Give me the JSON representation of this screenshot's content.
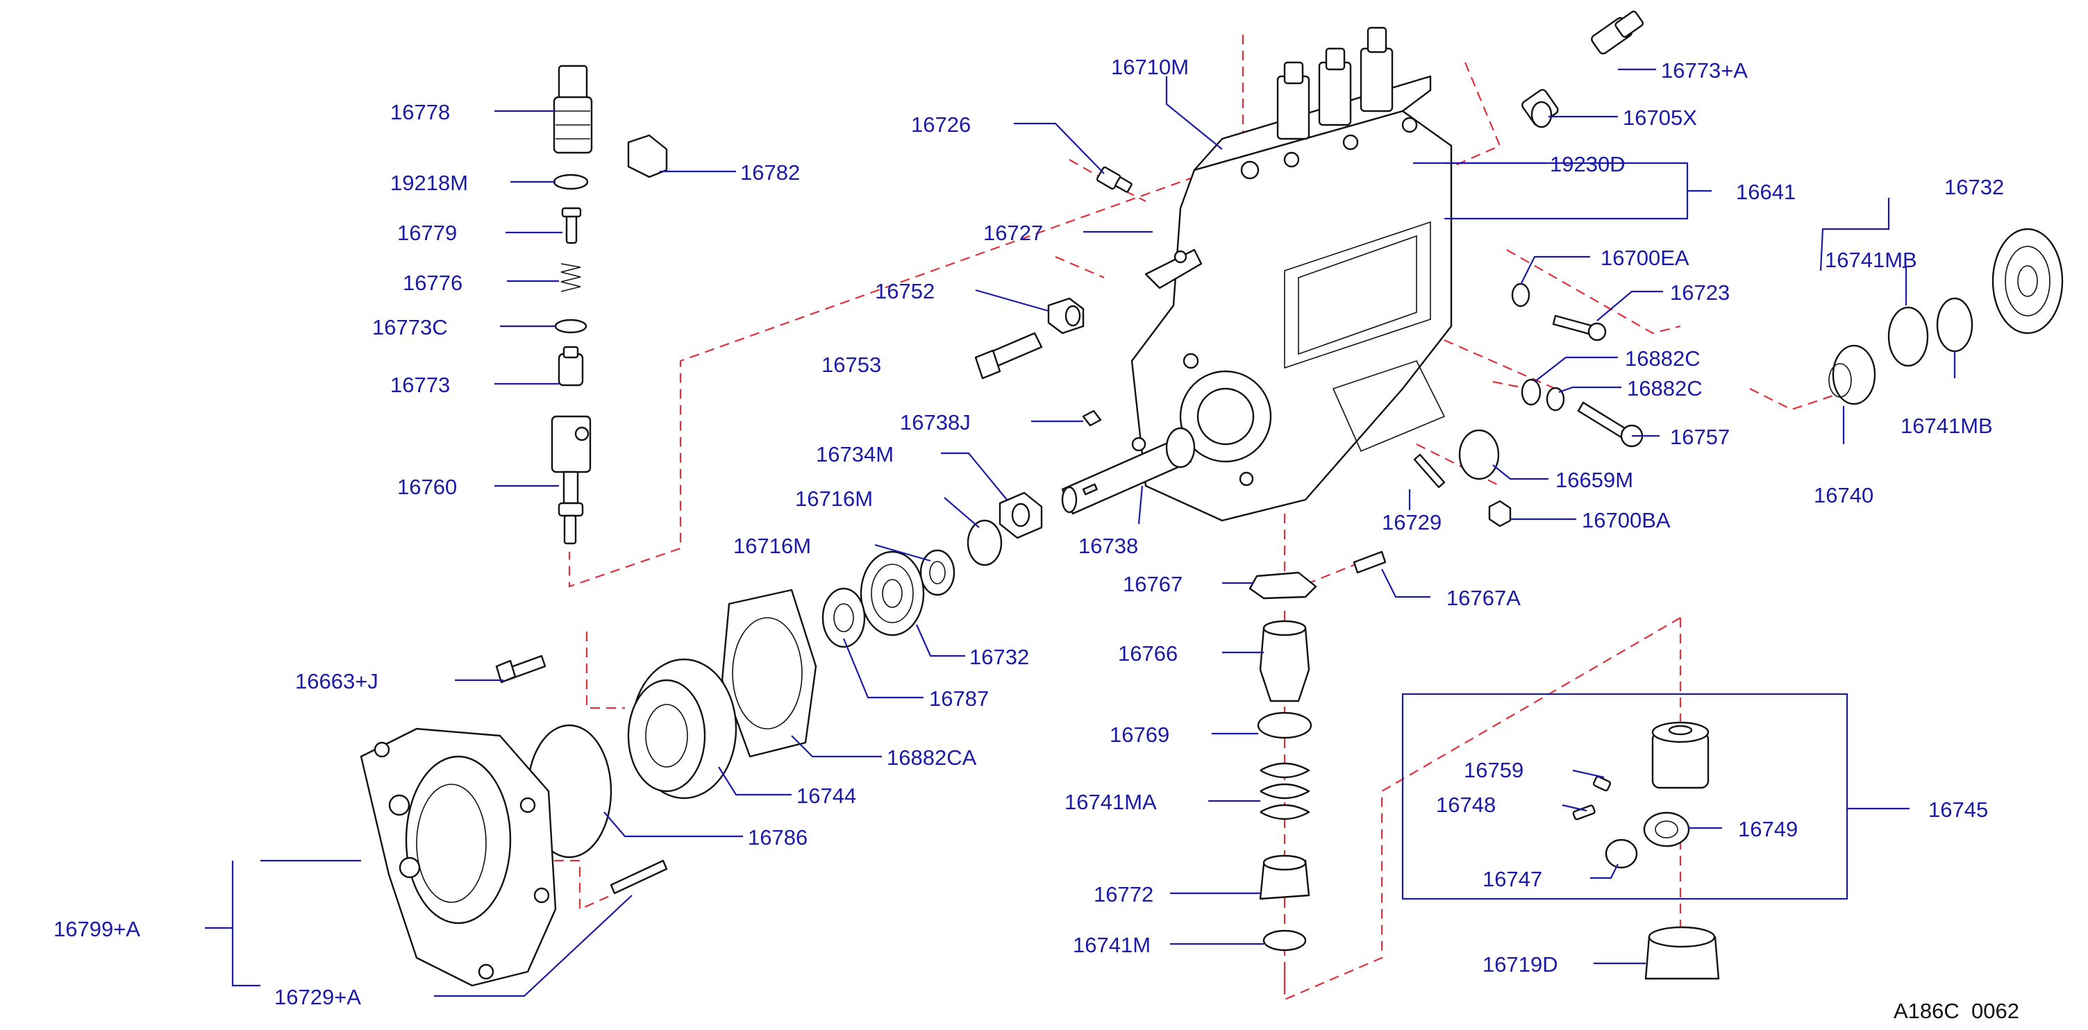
{
  "diagram_code": "A186C  0062",
  "colors": {
    "label": "#1a1aa8",
    "leader": "#1a1aa8",
    "dashed_guide": "#e0303a",
    "drawing": "#111111"
  },
  "labels": {
    "p16778": "16778",
    "p19218M": "19218M",
    "p16779": "16779",
    "p16776": "16776",
    "p16773C": "16773C",
    "p16773": "16773",
    "p16760": "16760",
    "p16782": "16782",
    "p16710M": "16710M",
    "p16726": "16726",
    "p16727": "16727",
    "p16752": "16752",
    "p16753": "16753",
    "p16738J": "16738J",
    "p16734M": "16734M",
    "p16716M_a": "16716M",
    "p16716M_b": "16716M",
    "p16738": "16738",
    "p16732_a": "16732",
    "p16787": "16787",
    "p16882CA": "16882CA",
    "p16744": "16744",
    "p16786": "16786",
    "p16663J": "16663+J",
    "p16799A": "16799+A",
    "p16729A": "16729+A",
    "p16773A": "16773+A",
    "p16705X": "16705X",
    "p19230D": "19230D",
    "p16641": "16641",
    "p16700EA": "16700EA",
    "p16723": "16723",
    "p16882C_a": "16882C",
    "p16882C_b": "16882C",
    "p16757": "16757",
    "p16659M": "16659M",
    "p16729": "16729",
    "p16700BA": "16700BA",
    "p16767": "16767",
    "p16767A": "16767A",
    "p16766": "16766",
    "p16769": "16769",
    "p16741MA": "16741MA",
    "p16772": "16772",
    "p16741M": "16741M",
    "p16732_b": "16732",
    "p16741MB_a": "16741MB",
    "p16741MB_b": "16741MB",
    "p16740": "16740",
    "p16759": "16759",
    "p16748": "16748",
    "p16749": "16749",
    "p16747": "16747",
    "p16745": "16745",
    "p16719D": "16719D"
  }
}
